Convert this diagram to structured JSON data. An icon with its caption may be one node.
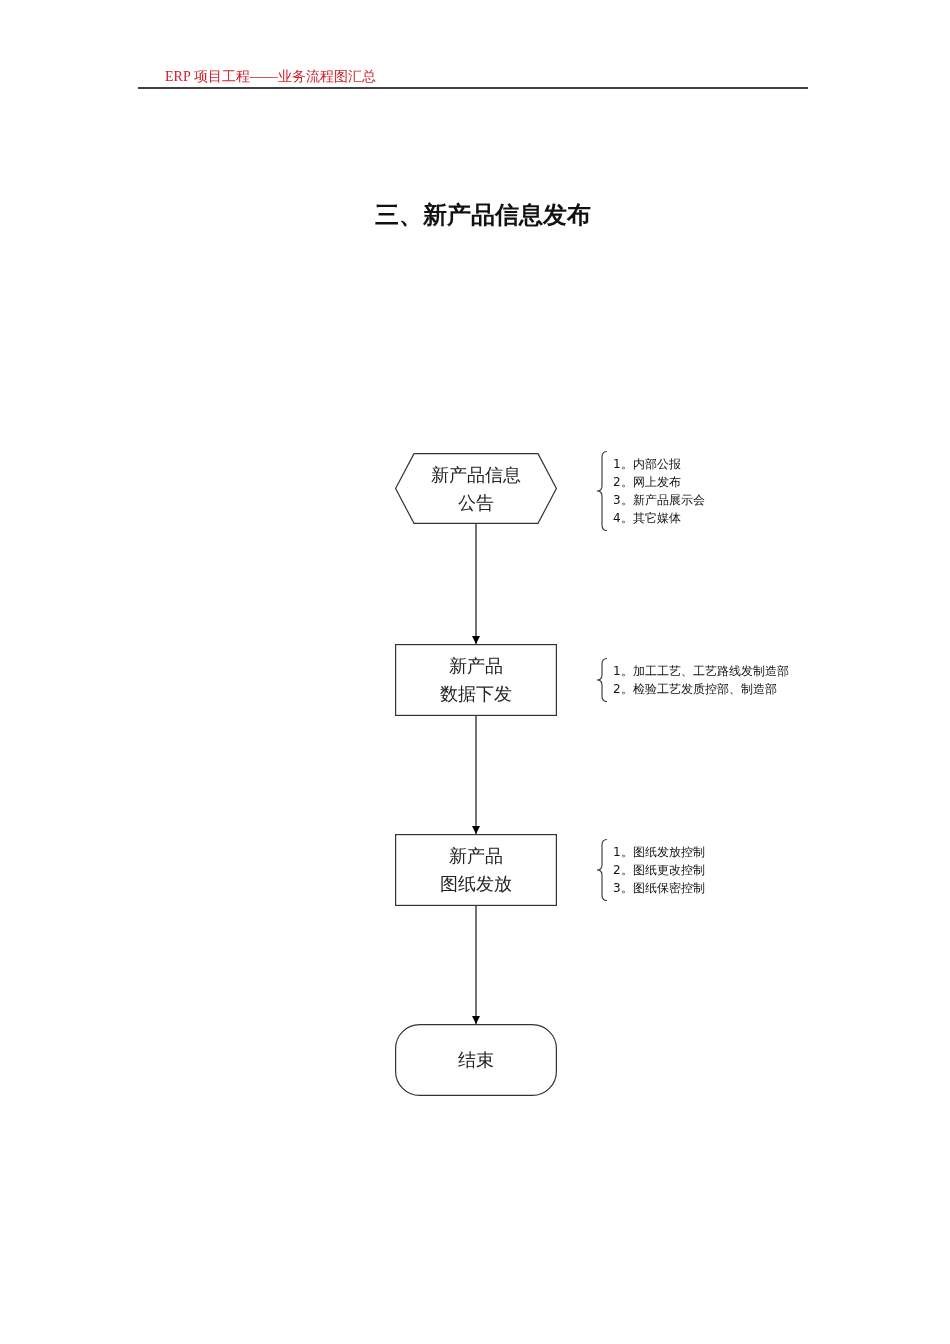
{
  "diagram": {
    "title": "三、新产品信息发布",
    "nodes": [
      {
        "text": [
          "新产品信息公告"
        ],
        "beside": [
          "1。内部公报",
          "2。网上发布",
          "3。新产品展示会",
          "4。其它媒体"
        ]
      },
      {
        "text": [
          "新产品数据下发"
        ],
        "beside": [
          "1。加工工艺、工艺路线发制造部",
          "2。检验工艺发质控部、制造部"
        ]
      },
      {
        "text": [
          "新产品图纸发放"
        ],
        "beside": [
          "1。图纸发放控制",
          "2。图纸更改控制",
          "3。图纸保密控制"
        ]
      },
      {
        "text": [
          "结束"
        ]
      }
    ],
    "edges": [
      {
        "from": 0,
        "to": 1,
        "arrow": "to"
      },
      {
        "from": 1,
        "to": 2,
        "arrow": "to"
      },
      {
        "from": 2,
        "to": 3,
        "arrow": "to"
      }
    ],
    "labels": [
      "ERP 项目工程——业务流程图汇总"
    ]
  }
}
